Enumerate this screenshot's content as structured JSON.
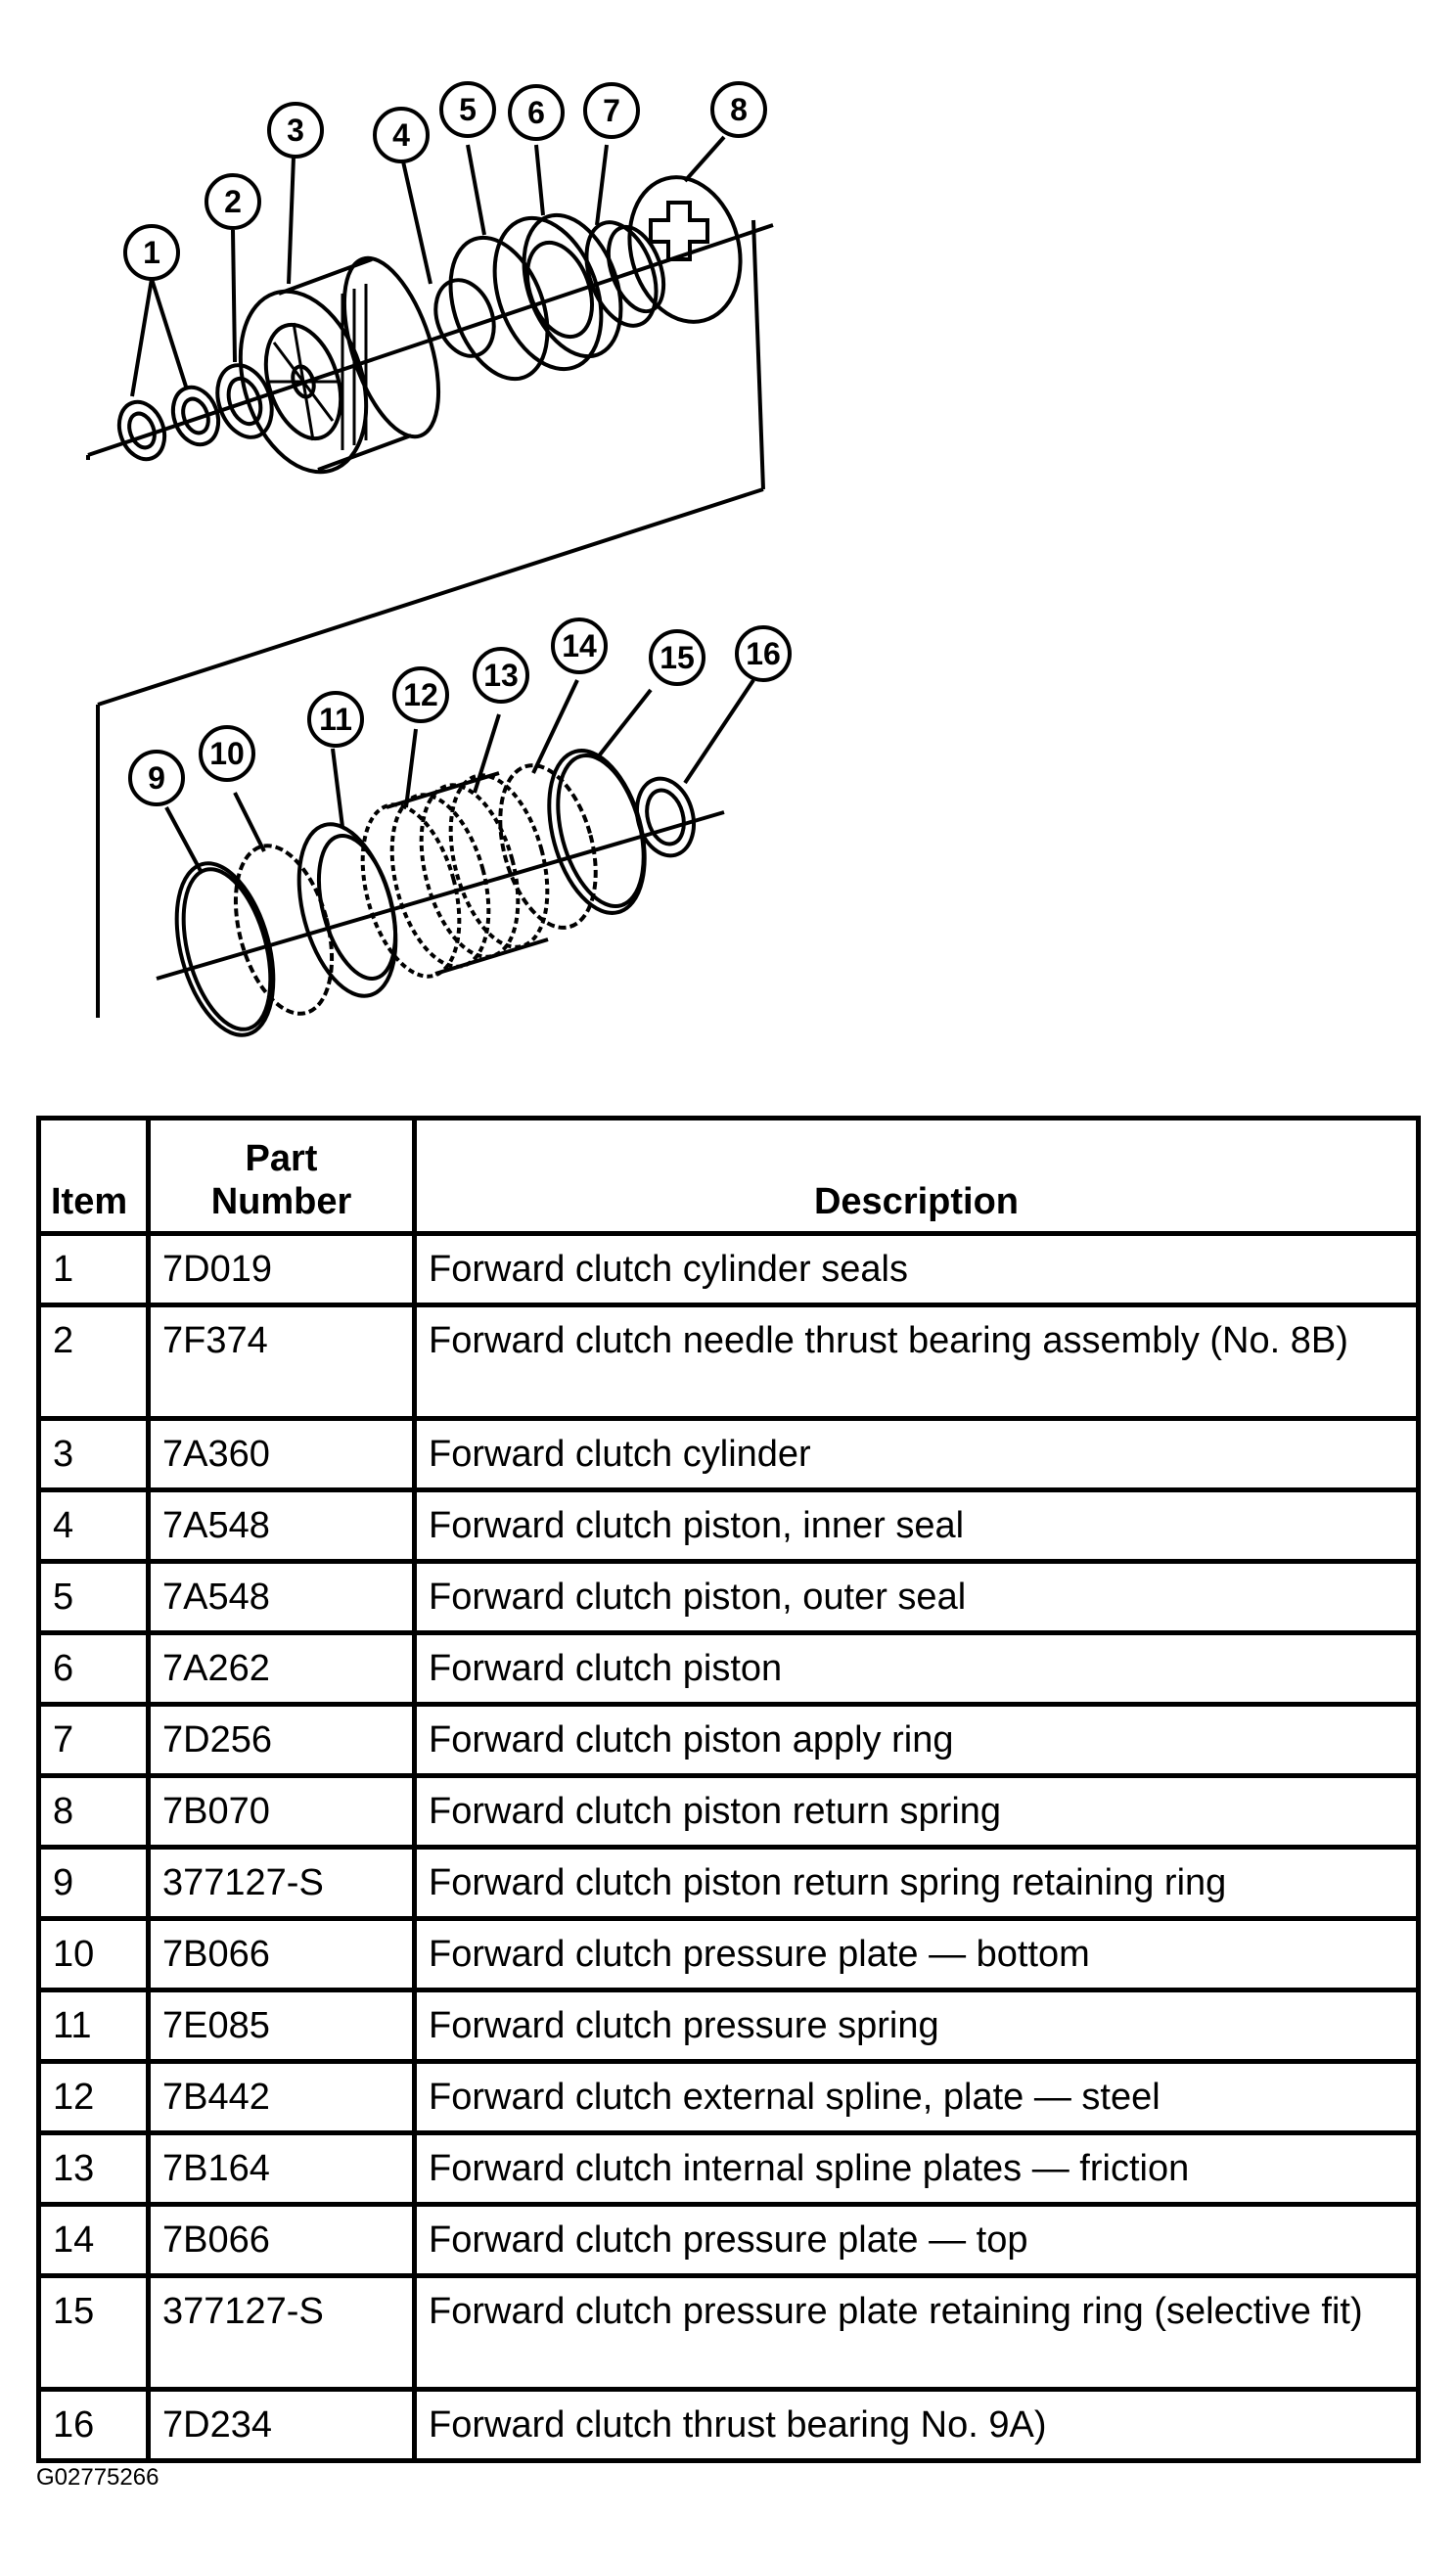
{
  "callouts": [
    "1",
    "2",
    "3",
    "4",
    "5",
    "6",
    "7",
    "8",
    "9",
    "10",
    "11",
    "12",
    "13",
    "14",
    "15",
    "16"
  ],
  "table": {
    "headers": {
      "item": "Item",
      "part_number_line1": "Part",
      "part_number_line2": "Number",
      "description": "Description"
    },
    "rows": [
      {
        "item": "1",
        "part": "7D019",
        "desc": "Forward clutch cylinder seals"
      },
      {
        "item": "2",
        "part": "7F374",
        "desc": "Forward clutch needle thrust bearing assembly (No. 8B)"
      },
      {
        "item": "3",
        "part": "7A360",
        "desc": "Forward clutch cylinder"
      },
      {
        "item": "4",
        "part": "7A548",
        "desc": "Forward clutch piston, inner seal"
      },
      {
        "item": "5",
        "part": "7A548",
        "desc": "Forward clutch piston, outer seal"
      },
      {
        "item": "6",
        "part": "7A262",
        "desc": "Forward clutch piston"
      },
      {
        "item": "7",
        "part": "7D256",
        "desc": "Forward clutch piston apply ring"
      },
      {
        "item": "8",
        "part": "7B070",
        "desc": "Forward clutch piston return spring"
      },
      {
        "item": "9",
        "part": "377127-S",
        "desc": "Forward clutch piston return spring retaining ring"
      },
      {
        "item": "10",
        "part": "7B066",
        "desc": "Forward clutch pressure plate — bottom"
      },
      {
        "item": "11",
        "part": "7E085",
        "desc": "Forward clutch pressure spring"
      },
      {
        "item": "12",
        "part": "7B442",
        "desc": "Forward clutch external spline, plate — steel"
      },
      {
        "item": "13",
        "part": "7B164",
        "desc": "Forward clutch internal spline plates — friction"
      },
      {
        "item": "14",
        "part": "7B066",
        "desc": "Forward clutch pressure plate — top"
      },
      {
        "item": "15",
        "part": "377127-S",
        "desc": "Forward clutch pressure plate retaining ring (selective fit)"
      },
      {
        "item": "16",
        "part": "7D234",
        "desc": "Forward clutch thrust bearing No. 9A)"
      }
    ]
  },
  "image_code": "G02775266"
}
